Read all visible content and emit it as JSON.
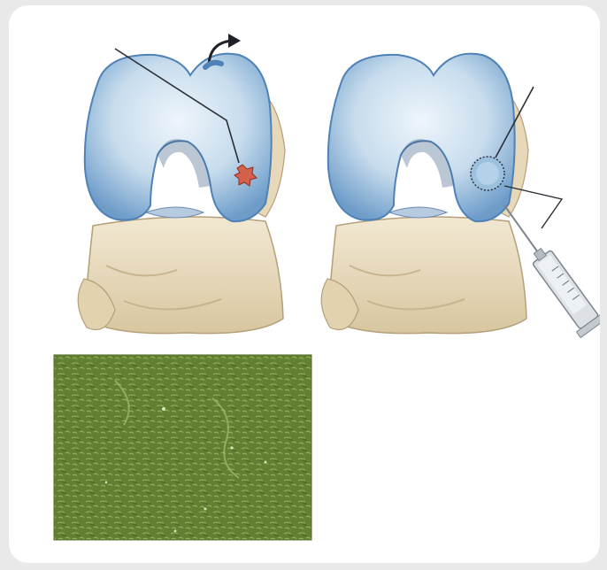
{
  "figure": {
    "panels": [
      {
        "name": "knee-before-procedure",
        "description_visible": false
      },
      {
        "name": "knee-after-injection",
        "description_visible": false
      },
      {
        "name": "cell-culture-micrograph",
        "description_visible": false
      }
    ],
    "colors": {
      "background": "#e9e9ea",
      "card": "#ffffff",
      "cartilage_blue": "#a8c9e4",
      "cartilage_dark": "#5e8fbf",
      "bone": "#e9dcc0",
      "bone_shadow": "#cdb893",
      "lesion": "#c8533f",
      "culture_green": "#5d7a2f",
      "syringe_gray": "#cfd2d6"
    },
    "icons": [
      "arrow-out-icon",
      "syringe-icon",
      "lesion-icon",
      "cell-patch-icon"
    ]
  }
}
